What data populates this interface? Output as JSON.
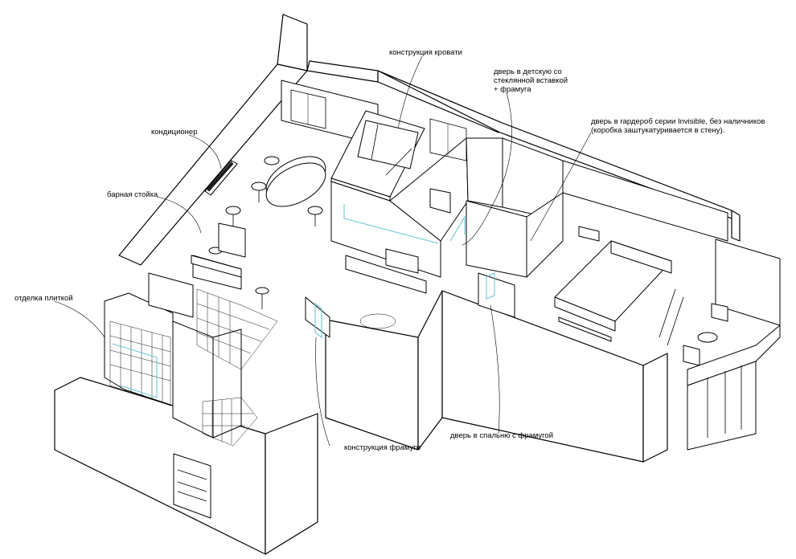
{
  "colors": {
    "lines": "#000000",
    "glass": "#6fc7d6",
    "background": "#ffffff"
  },
  "labels": {
    "bed_construction": "конструкция кровати",
    "nursery_door": "дверь в детскую со\nстеклянной вставкой\n+ фрамуга",
    "wardrobe_door": "дверь в гардероб серии Invisible, без наличников\n(коробка заштукатуривается в стену).",
    "air_conditioner": "кондиционер",
    "bar_counter": "барная стойка",
    "tile_finish": "отделка плиткой",
    "transom_construction": "конструкция фрамуги",
    "bedroom_door": "дверь в спальню с фрамугой"
  }
}
